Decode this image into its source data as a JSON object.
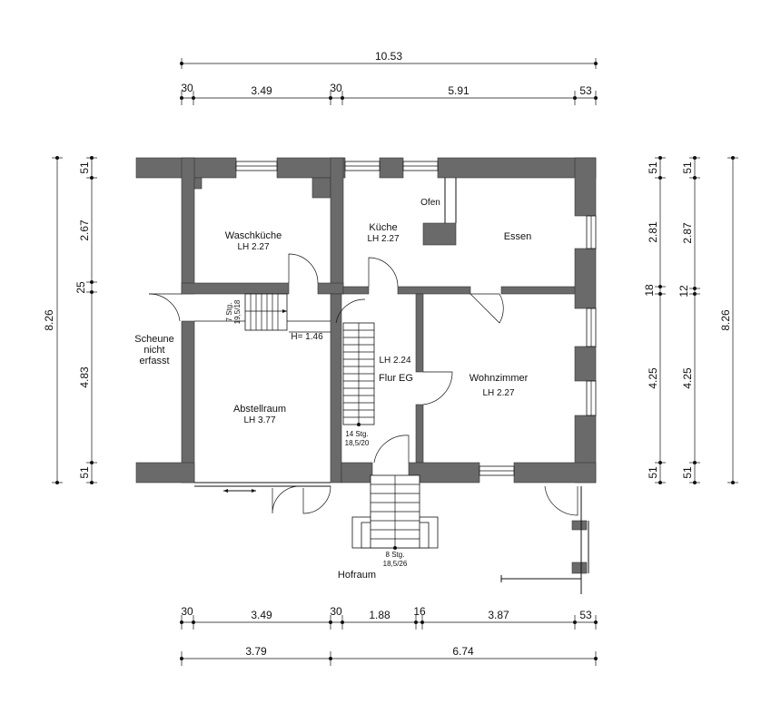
{
  "dimensions": {
    "top_total": "10.53",
    "top_segments": [
      "30",
      "3.49",
      "30",
      "5.91",
      "53"
    ],
    "bottom_segments": [
      "30",
      "3.49",
      "30",
      "1.88",
      "16",
      "3.87",
      "53"
    ],
    "bottom_totals": [
      "3.79",
      "6.74"
    ],
    "left_total": "8.26",
    "left_segments": [
      "51",
      "2.67",
      "25",
      "4.83",
      "51"
    ],
    "right_a": [
      "51",
      "2.81",
      "18",
      "4.25",
      "51"
    ],
    "right_b": [
      "51",
      "2.87",
      "12",
      "4.25",
      "51"
    ],
    "right_total": "8.26"
  },
  "rooms": {
    "waschkueche": {
      "name": "Waschküche",
      "height": "LH 2.27"
    },
    "kueche": {
      "name": "Küche",
      "height": "LH 2.27"
    },
    "ofen": "Ofen",
    "essen": "Essen",
    "scheune": [
      "Scheune",
      "nicht",
      "erfasst"
    ],
    "abstellraum": {
      "name": "Abstellraum",
      "height": "LH 3.77"
    },
    "flur": {
      "height": "LH 2.24",
      "name": "Flur EG"
    },
    "wohnzimmer": {
      "name": "Wohnzimmer",
      "height": "LH 2.27"
    },
    "hofraum": "Hofraum"
  },
  "stairs": {
    "seven": [
      "7 Stg.",
      "19,5/18"
    ],
    "height_note": "H= 1.46",
    "fourteen": [
      "14 Stg.",
      "18,5/20"
    ],
    "eight": [
      "8 Stg.",
      "18,5/26"
    ]
  }
}
